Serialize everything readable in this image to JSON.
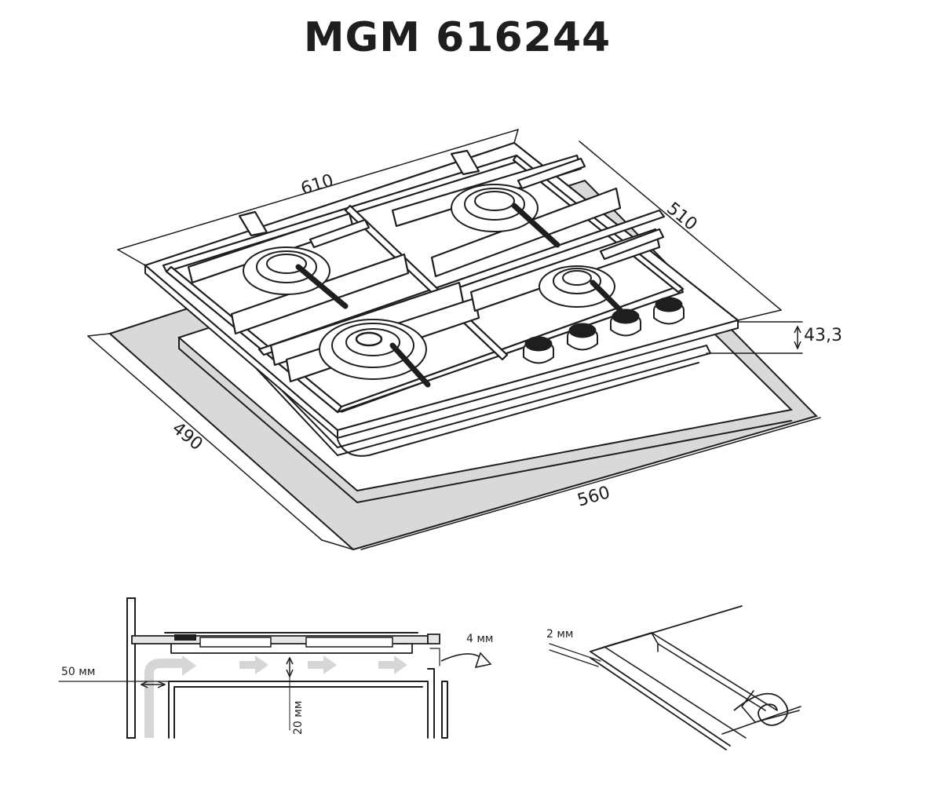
{
  "title": "MGM 616244",
  "dimensions": {
    "width_top": "610",
    "depth_top": "510",
    "height": "43,3",
    "cutout_depth": "490",
    "cutout_width": "560"
  },
  "installation": {
    "side_gap": "50 мм",
    "front_gap": "4 мм",
    "bottom_gap": "20 мм",
    "seal_gap": "2 мм"
  },
  "colors": {
    "line": "#1e1e1e",
    "cutout_fill": "#d9d9d9",
    "airflow": "#cfcfcf"
  }
}
